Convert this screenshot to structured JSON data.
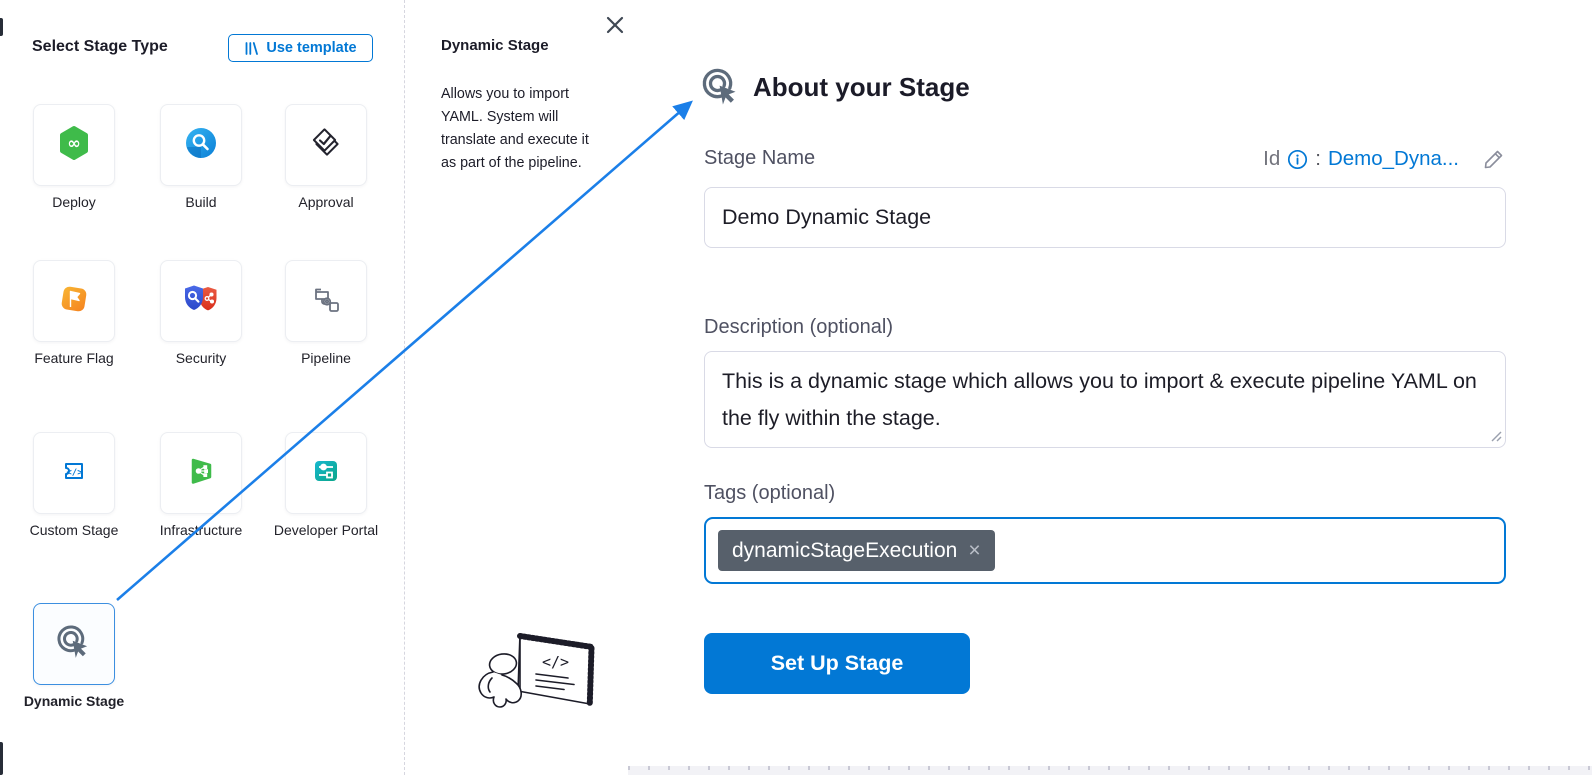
{
  "left_panel": {
    "title": "Select Stage Type",
    "use_template_button": "Use template",
    "stages": [
      {
        "label": "Deploy",
        "icon": "deploy-icon",
        "selected": false
      },
      {
        "label": "Build",
        "icon": "build-icon",
        "selected": false
      },
      {
        "label": "Approval",
        "icon": "approval-icon",
        "selected": false
      },
      {
        "label": "Feature Flag",
        "icon": "feature-flag-icon",
        "selected": false
      },
      {
        "label": "Security",
        "icon": "security-icon",
        "selected": false
      },
      {
        "label": "Pipeline",
        "icon": "pipeline-icon",
        "selected": false
      },
      {
        "label": "Custom Stage",
        "icon": "custom-stage-icon",
        "selected": false
      },
      {
        "label": "Infrastructure",
        "icon": "infrastructure-icon",
        "selected": false
      },
      {
        "label": "Developer Portal",
        "icon": "developer-portal-icon",
        "selected": false
      },
      {
        "label": "Dynamic Stage",
        "icon": "dynamic-stage-icon",
        "selected": true
      }
    ]
  },
  "info_panel": {
    "title": "Dynamic Stage",
    "description": "Allows you to import YAML. System will translate and execute it as part of the pipeline.",
    "close_icon": "close-icon",
    "illustration": "person-presenting-code-board"
  },
  "form_panel": {
    "heading": "About your Stage",
    "heading_icon": "dynamic-stage-icon",
    "stage_name_label": "Stage Name",
    "id_label": "Id",
    "id_separator": ":",
    "id_value": "Demo_Dyna...",
    "stage_name_value": "Demo Dynamic Stage",
    "description_label": "Description (optional)",
    "description_value": "This is a dynamic stage which allows you to import & execute pipeline YAML on the fly within the stage.",
    "tags_label": "Tags (optional)",
    "tags": [
      {
        "label": "dynamicStageExecution",
        "remove": "×"
      }
    ],
    "submit_button": "Set Up Stage"
  },
  "colors": {
    "accent_blue": "#0278d5",
    "arrow_blue": "#1b7fe8",
    "tag_background": "#57606b",
    "heading_text": "#1b1b28",
    "label_text": "#4f5162",
    "input_border": "#d9dae6",
    "selected_card_border": "#3c8fe0"
  }
}
